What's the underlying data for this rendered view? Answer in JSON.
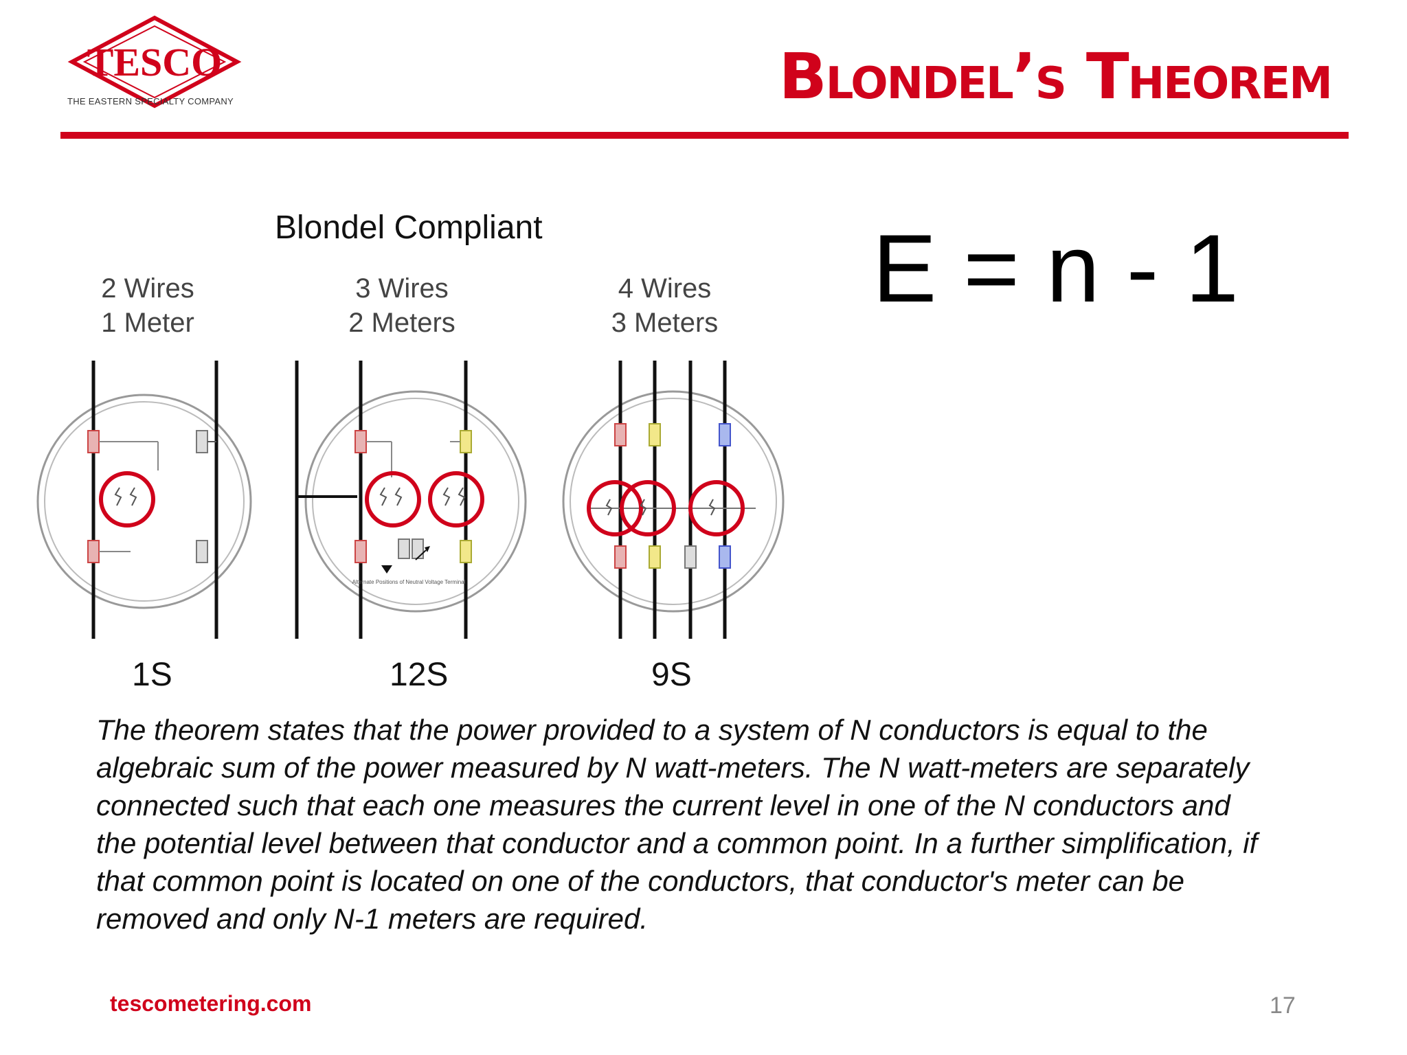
{
  "header": {
    "logo_text": "TESCO",
    "logo_tagline": "THE EASTERN SPECIALTY COMPANY",
    "title": "Blondel’s Theorem",
    "colors": {
      "brand_red": "#d0021b"
    }
  },
  "main": {
    "subtitle": "Blondel Compliant",
    "formula": "E = n - 1",
    "diagrams": [
      {
        "head_line1": "2 Wires",
        "head_line2": "1 Meter",
        "label": "1S"
      },
      {
        "head_line1": "3 Wires",
        "head_line2": "2 Meters",
        "label": "12S",
        "note": "Alternate Positions of Neutral Voltage Terminal"
      },
      {
        "head_line1": "4 Wires",
        "head_line2": "3 Meters",
        "label": "9S"
      }
    ],
    "body_text": "The theorem states that the power provided to a system of N conductors is equal to the algebraic sum of the power measured by N watt-meters. The N watt-meters are separately connected such that each one measures the current level in one of the N conductors and the potential level between that conductor and a common point. In a further simplification, if that common point is located on one of the conductors, that conductor's meter can be removed and only N-1 meters are required."
  },
  "footer": {
    "url": "tescometering.com",
    "page_number": "17"
  }
}
